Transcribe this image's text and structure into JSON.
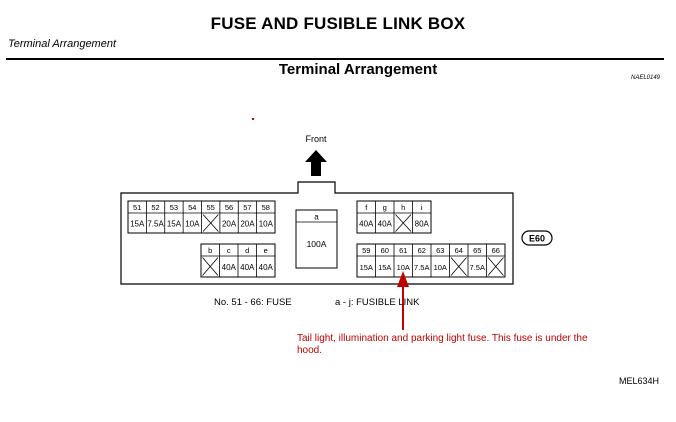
{
  "document": {
    "title": "FUSE AND FUSIBLE LINK BOX",
    "section_label": "Terminal Arrangement",
    "subtitle": "Terminal Arrangement",
    "reference_code": "NAEL0149",
    "diagram_code": "MEL634H"
  },
  "diagram": {
    "front_label": "Front",
    "connector_id": "E60",
    "fuse_row_left_top": {
      "numbers": [
        "51",
        "52",
        "53",
        "54",
        "55",
        "56",
        "57",
        "58"
      ],
      "ratings": [
        "15A",
        "7.5A",
        "15A",
        "10A",
        "",
        "20A",
        "20A",
        "10A"
      ]
    },
    "fuse_row_left_bottom": {
      "letters": [
        "b",
        "c",
        "d",
        "e"
      ],
      "ratings": [
        "",
        "40A",
        "40A",
        "40A"
      ]
    },
    "center_link": {
      "letter": "a",
      "rating": "100A"
    },
    "link_row_right_top": {
      "letters": [
        "f",
        "g",
        "h",
        "i"
      ],
      "ratings": [
        "40A",
        "40A",
        "",
        "80A"
      ]
    },
    "fuse_row_right_bottom": {
      "numbers": [
        "59",
        "60",
        "61",
        "62",
        "63",
        "64",
        "65",
        "66"
      ],
      "ratings": [
        "15A",
        "15A",
        "10A",
        "7.5A",
        "10A",
        "",
        "7.5A",
        ""
      ]
    }
  },
  "legend": {
    "fuse_text": "No. 51 - 66: FUSE",
    "link_text": "a - j: FUSIBLE LINK"
  },
  "annotation": {
    "note": "Tail light, illumination and parking light fuse. This fuse is under the hood.",
    "color": "#c00000",
    "points_to_fuse": "61"
  }
}
